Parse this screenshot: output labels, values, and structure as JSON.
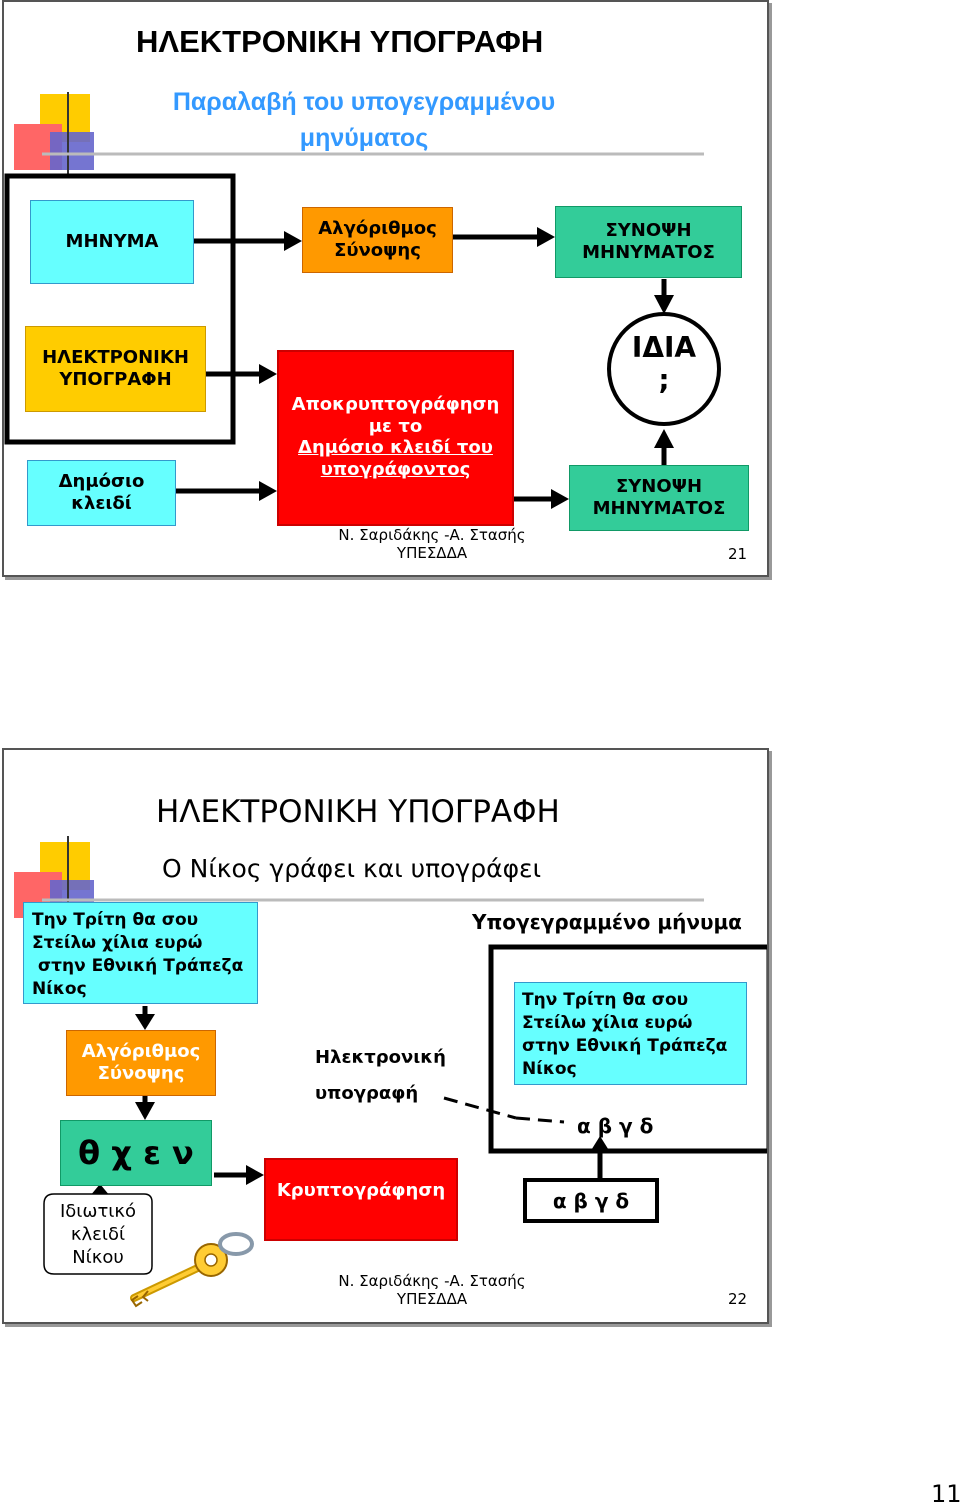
{
  "slide1": {
    "title": "ΗΛΕΚΤΡΟΝΙΚΗ ΥΠΟΓΡΑΦΗ",
    "subtitle_line1": "Παραλαβή του υπογεγραμμένου",
    "subtitle_line2": "μηνύματος",
    "message_box": "ΜΗΝΥΜΑ",
    "hash_algo_line1": "Αλγόριθμος",
    "hash_algo_line2": "Σύνοψης",
    "digest_top_line1": "ΣΥΝΟΨΗ",
    "digest_top_line2": "ΜΗΝΥΜΑΤΟΣ",
    "signature_line1": "ΗΛΕΚΤΡΟΝΙΚΗ",
    "signature_line2": "ΥΠΟΓΡΑΦΗ",
    "public_key": "Δημόσιο κλειδί",
    "decrypt_line1": "Αποκρυπτογράφηση",
    "decrypt_line2": "με το",
    "decrypt_line3": "Δημόσιο κλειδί του",
    "decrypt_line4": "υπογράφοντος",
    "same_line1": "ΙΔΙΑ",
    "same_line2": ";",
    "digest_bottom_line1": "ΣΥΝΟΨΗ",
    "digest_bottom_line2": "ΜΗΝΥΜΑΤΟΣ",
    "footer_line1": "Ν. Σαριδάκης -Α. Στασής",
    "footer_line2": "ΥΠΕΣΔΔΑ",
    "page_number": "21"
  },
  "slide2": {
    "title": "ΗΛΕΚΤΡΟΝΙΚΗ ΥΠΟΓΡΑΦΗ",
    "subtitle": "Ο Νίκος γράφει και υπογράφει",
    "message_line1": "Την Τρίτη θα σου",
    "message_line2": "Στείλω χίλια ευρώ",
    "message_line3": " στην Εθνική Τράπεζα",
    "message_line4": "Νίκος",
    "hash_algo_line1": "Αλγόριθμος",
    "hash_algo_line2": "Σύνοψης",
    "digest": "θ χ ε ν",
    "private_key_line1": "Ιδιωτικό",
    "private_key_line2": "κλειδί",
    "private_key_line3": "Νίκου",
    "encryption": "Κρυπτογράφηση",
    "esig_line1": "Ηλεκτρονική",
    "esig_line2": "υπογραφή",
    "signed_msg_label": "Υπογεγραμμένο μήνυμα",
    "signed_line1": "Την Τρίτη θα σου",
    "signed_line2": "Στείλω χίλια ευρώ",
    "signed_line3": "στην Εθνική Τράπεζα",
    "signed_line4": "Νίκος",
    "sig_in_msg": "α β γ δ",
    "sig_box": "α β γ δ",
    "footer_line1": "Ν. Σαριδάκης -Α. Στασής",
    "footer_line2": "ΥΠΕΣΔΔΑ",
    "page_number": "22"
  },
  "page_number": "11",
  "colors": {
    "cyan": "#66ffff",
    "orange": "#ff9900",
    "green": "#33cc99",
    "yellow": "#ffcc00",
    "red": "#ff0000",
    "title_blue": "#3399ff"
  }
}
